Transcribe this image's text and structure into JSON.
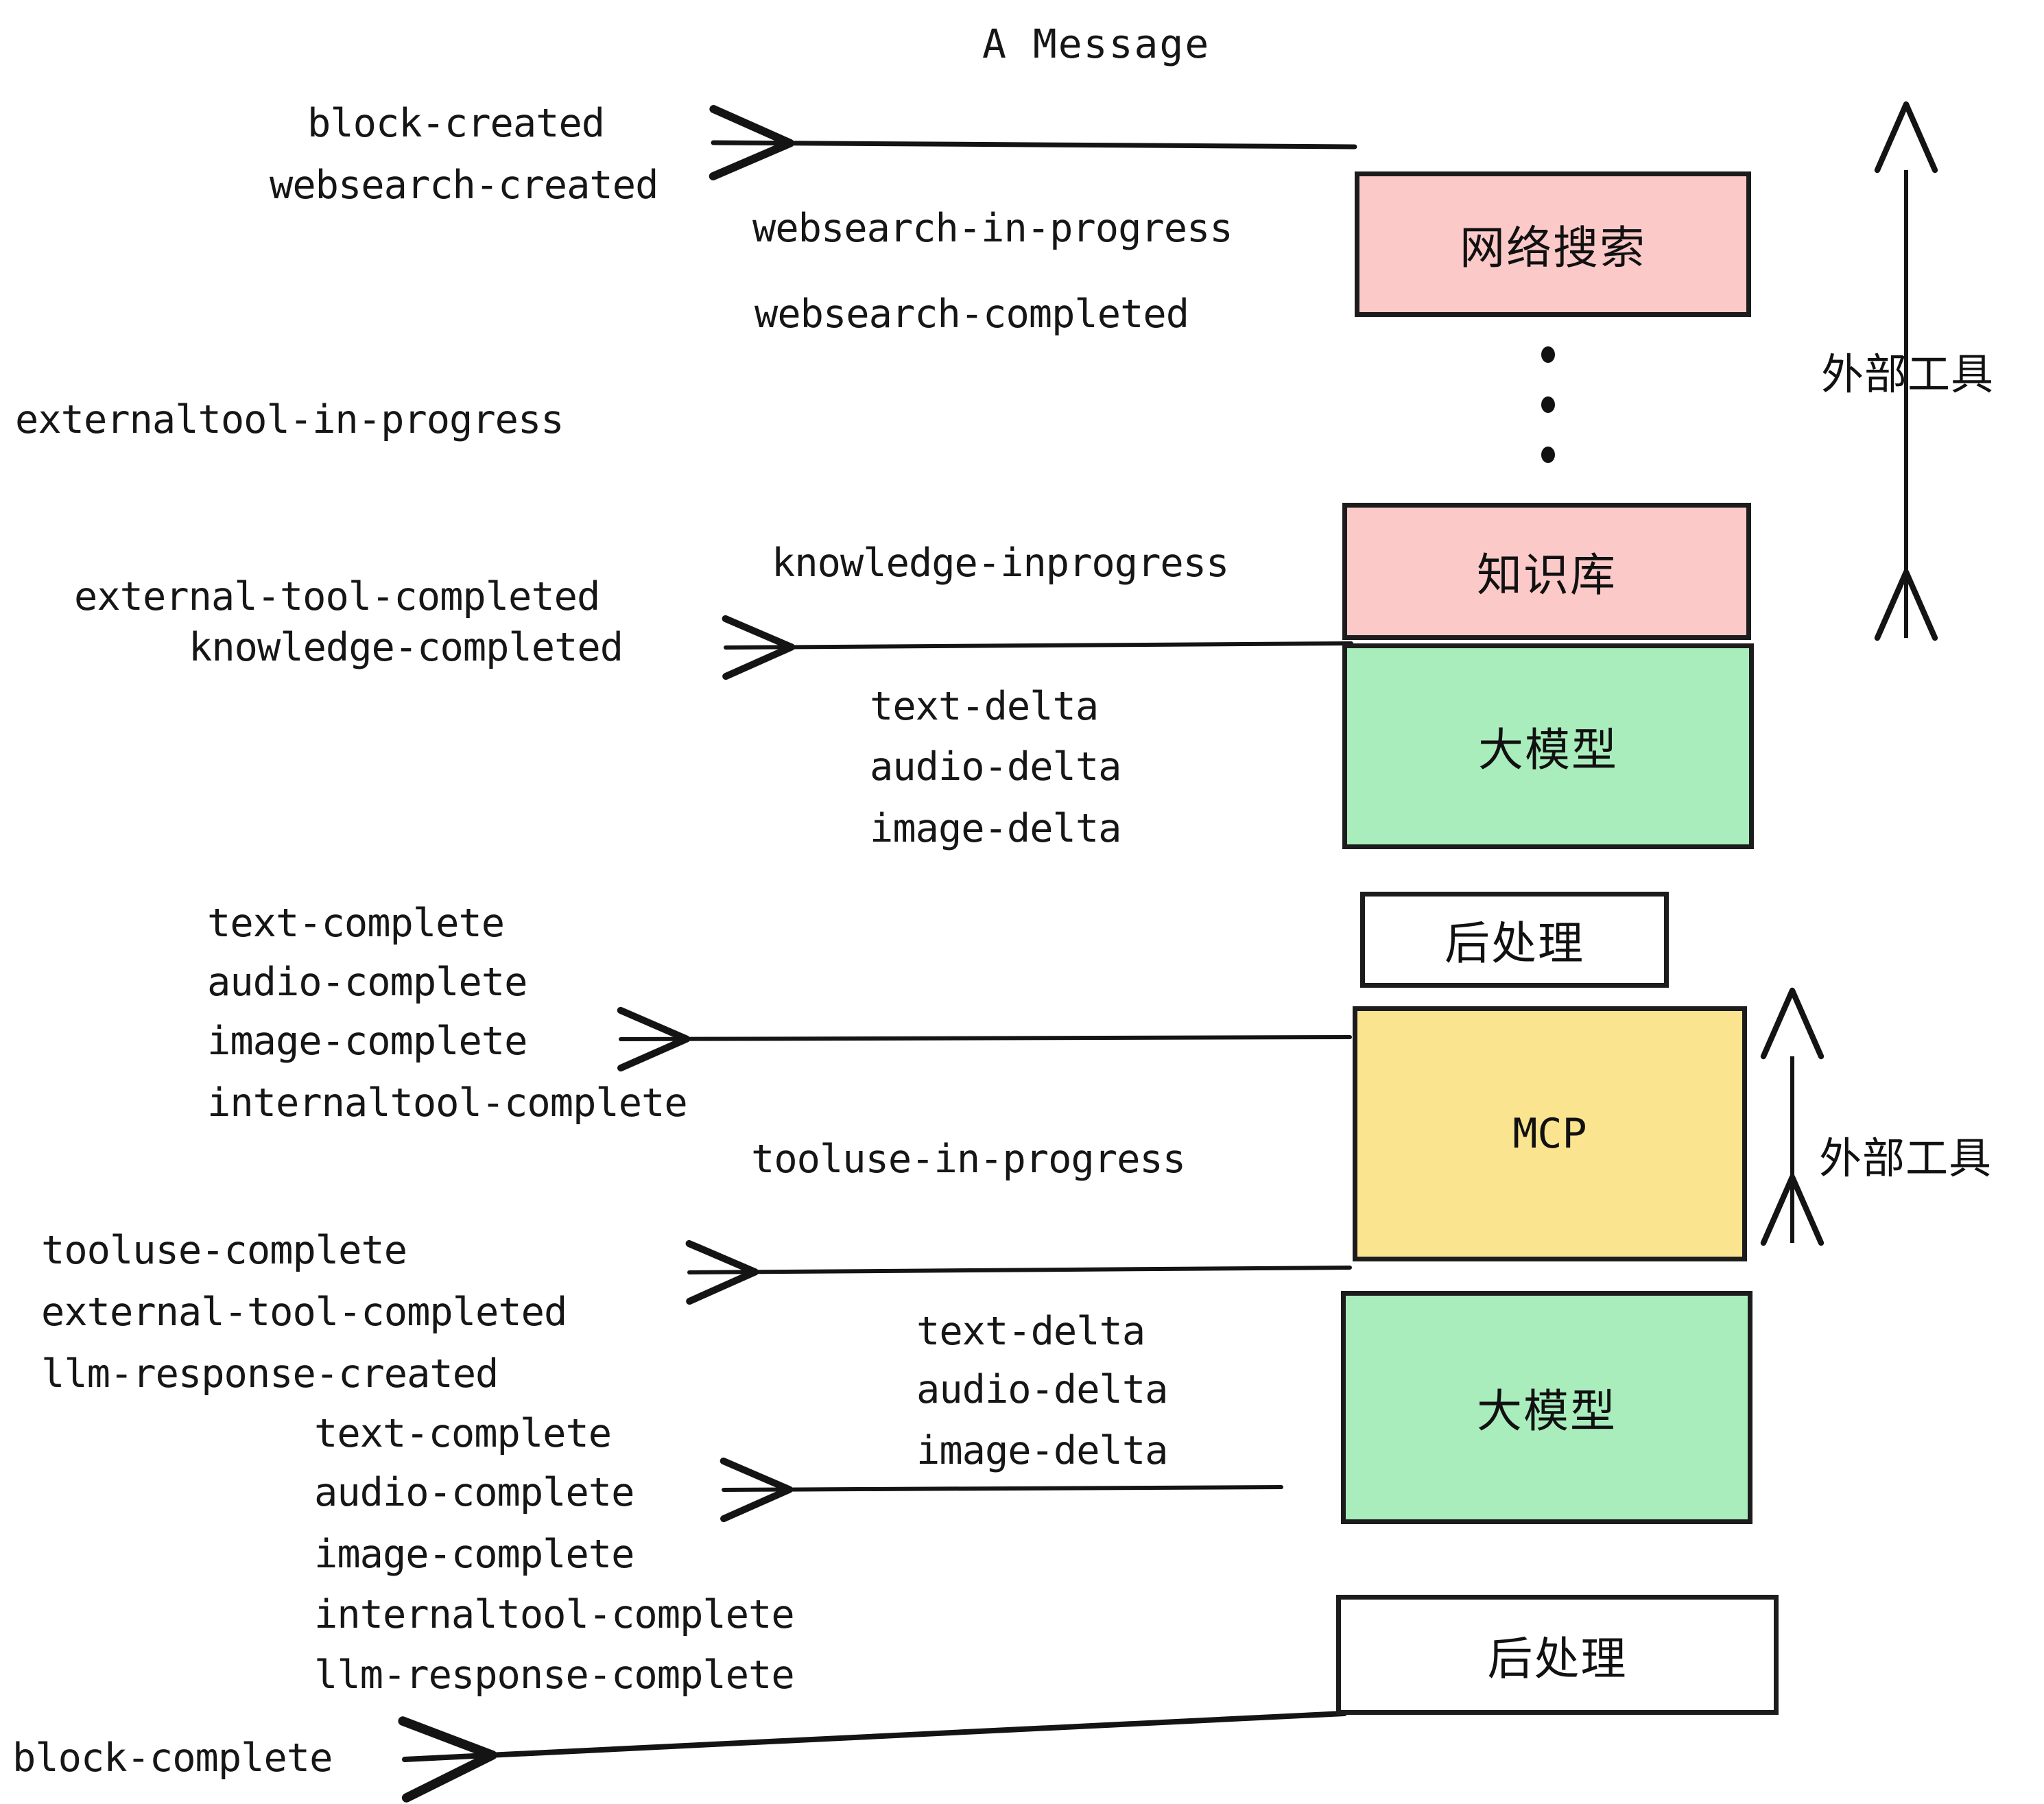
{
  "title": "A Message",
  "colors": {
    "pink": "#fcc9c9",
    "green": "#a9edbd",
    "yellow": "#fbe48f",
    "white": "#ffffff",
    "stroke": "#1c1c1c",
    "text": "#161616"
  },
  "boxes": {
    "websearch": "网络搜索",
    "knowledge": "知识库",
    "llm_top": "大模型",
    "postprocess_top": "后处理",
    "mcp": "MCP",
    "llm_bottom": "大模型",
    "postprocess_bottom": "后处理"
  },
  "side_labels": {
    "external_tool_top": "外部工具",
    "external_tool_bottom": "外部工具"
  },
  "events": {
    "block_created": "block-created",
    "websearch_created": "websearch-created",
    "websearch_in_progress": "websearch-in-progress",
    "websearch_completed": "websearch-completed",
    "externaltool_in_progress": "externaltool-in-progress",
    "knowledge_inprogress": "knowledge-inprogress",
    "external_tool_completed_1": "external-tool-completed",
    "knowledge_completed": "knowledge-completed",
    "text_delta_1": "text-delta",
    "audio_delta_1": "audio-delta",
    "image_delta_1": "image-delta",
    "text_complete_1": "text-complete",
    "audio_complete_1": "audio-complete",
    "image_complete_1": "image-complete",
    "internaltool_complete_1": "internaltool-complete",
    "tooluse_in_progress": "tooluse-in-progress",
    "tooluse_complete": "tooluse-complete",
    "external_tool_completed_2": "external-tool-completed",
    "llm_response_created": "llm-response-created",
    "text_delta_2": "text-delta",
    "audio_delta_2": "audio-delta",
    "image_delta_2": "image-delta",
    "text_complete_2": "text-complete",
    "audio_complete_2": "audio-complete",
    "image_complete_2": "image-complete",
    "internaltool_complete_2": "internaltool-complete",
    "llm_response_complete": "llm-response-complete",
    "block_complete": "block-complete"
  }
}
